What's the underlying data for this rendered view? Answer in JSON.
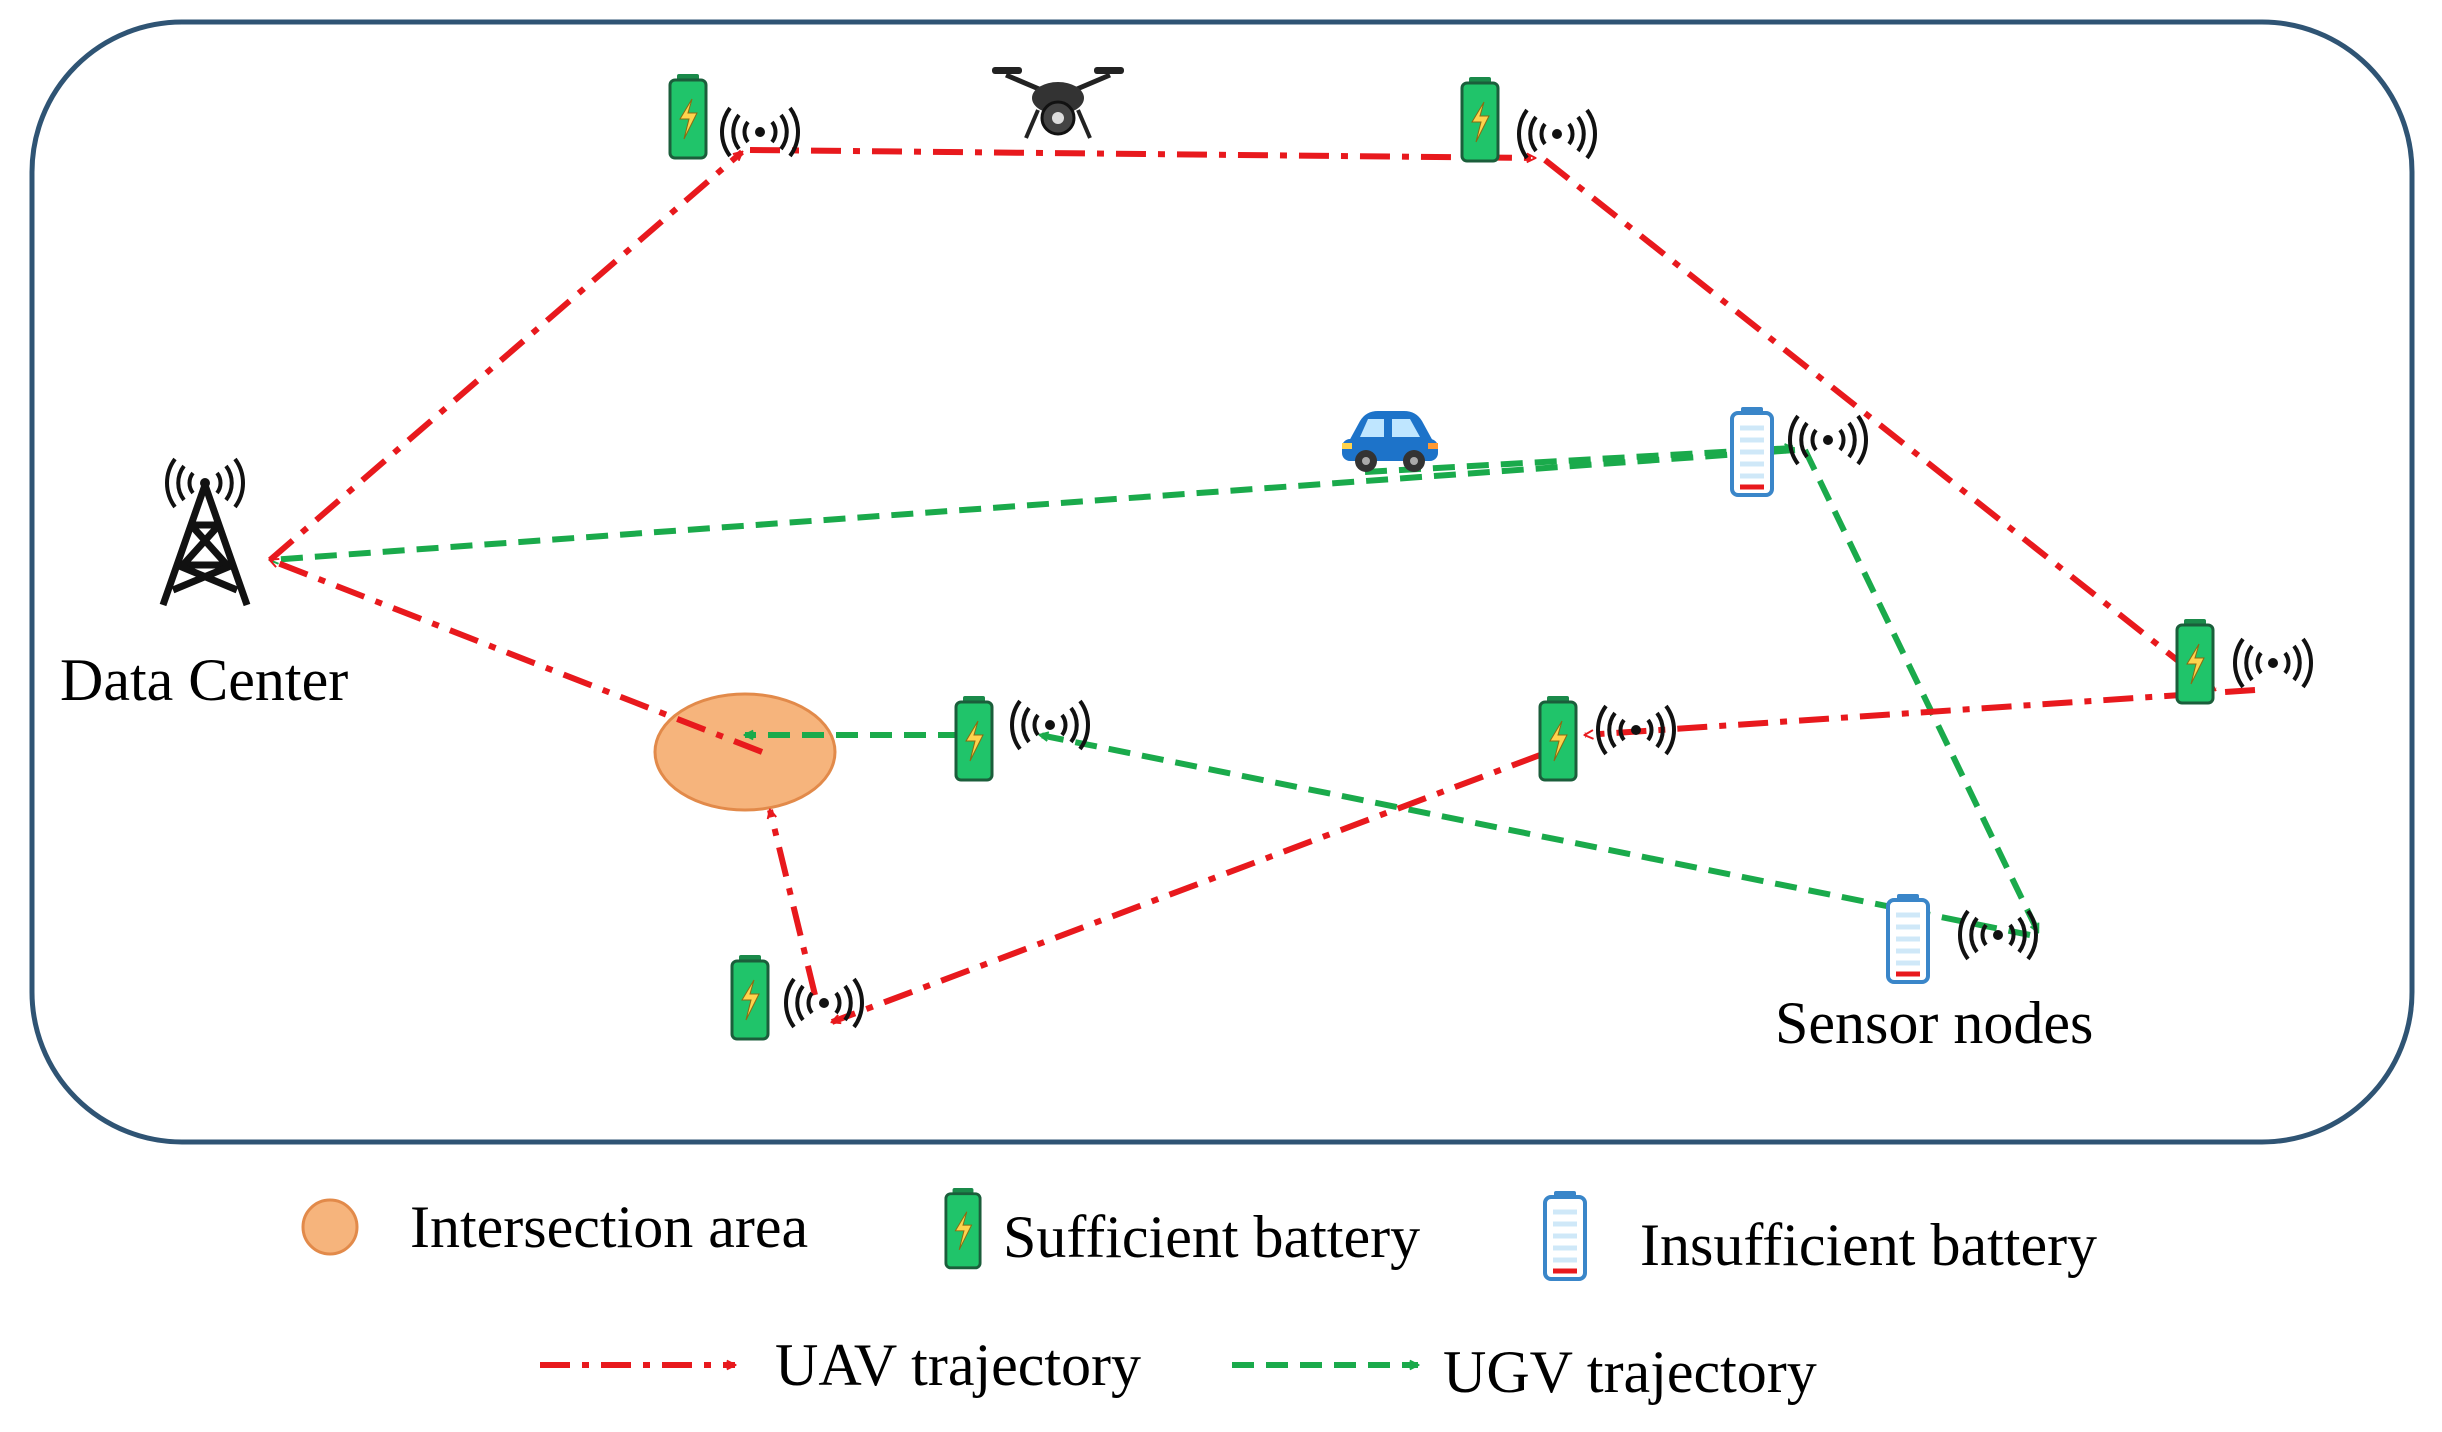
{
  "labels": {
    "data_center": "Data Center",
    "sensor_nodes": "Sensor nodes"
  },
  "legend": {
    "intersection_area": "Intersection area",
    "sufficient_battery": "Sufficient battery",
    "insufficient_battery": "Insufficient battery",
    "uav_trajectory": "UAV trajectory",
    "ugv_trajectory": "UGV trajectory"
  },
  "colors": {
    "uav": "#e8191d",
    "ugv": "#1aaa4b",
    "border": "#2f5474",
    "battery_sufficient": "#20c46a",
    "battery_insufficient": "#cfe8f8",
    "intersection_fill": "#f6b47c",
    "car": "#1d73c9"
  },
  "icons": [
    "drone-icon",
    "car-icon",
    "tower-icon",
    "battery-icon",
    "wireless-signal-icon"
  ]
}
